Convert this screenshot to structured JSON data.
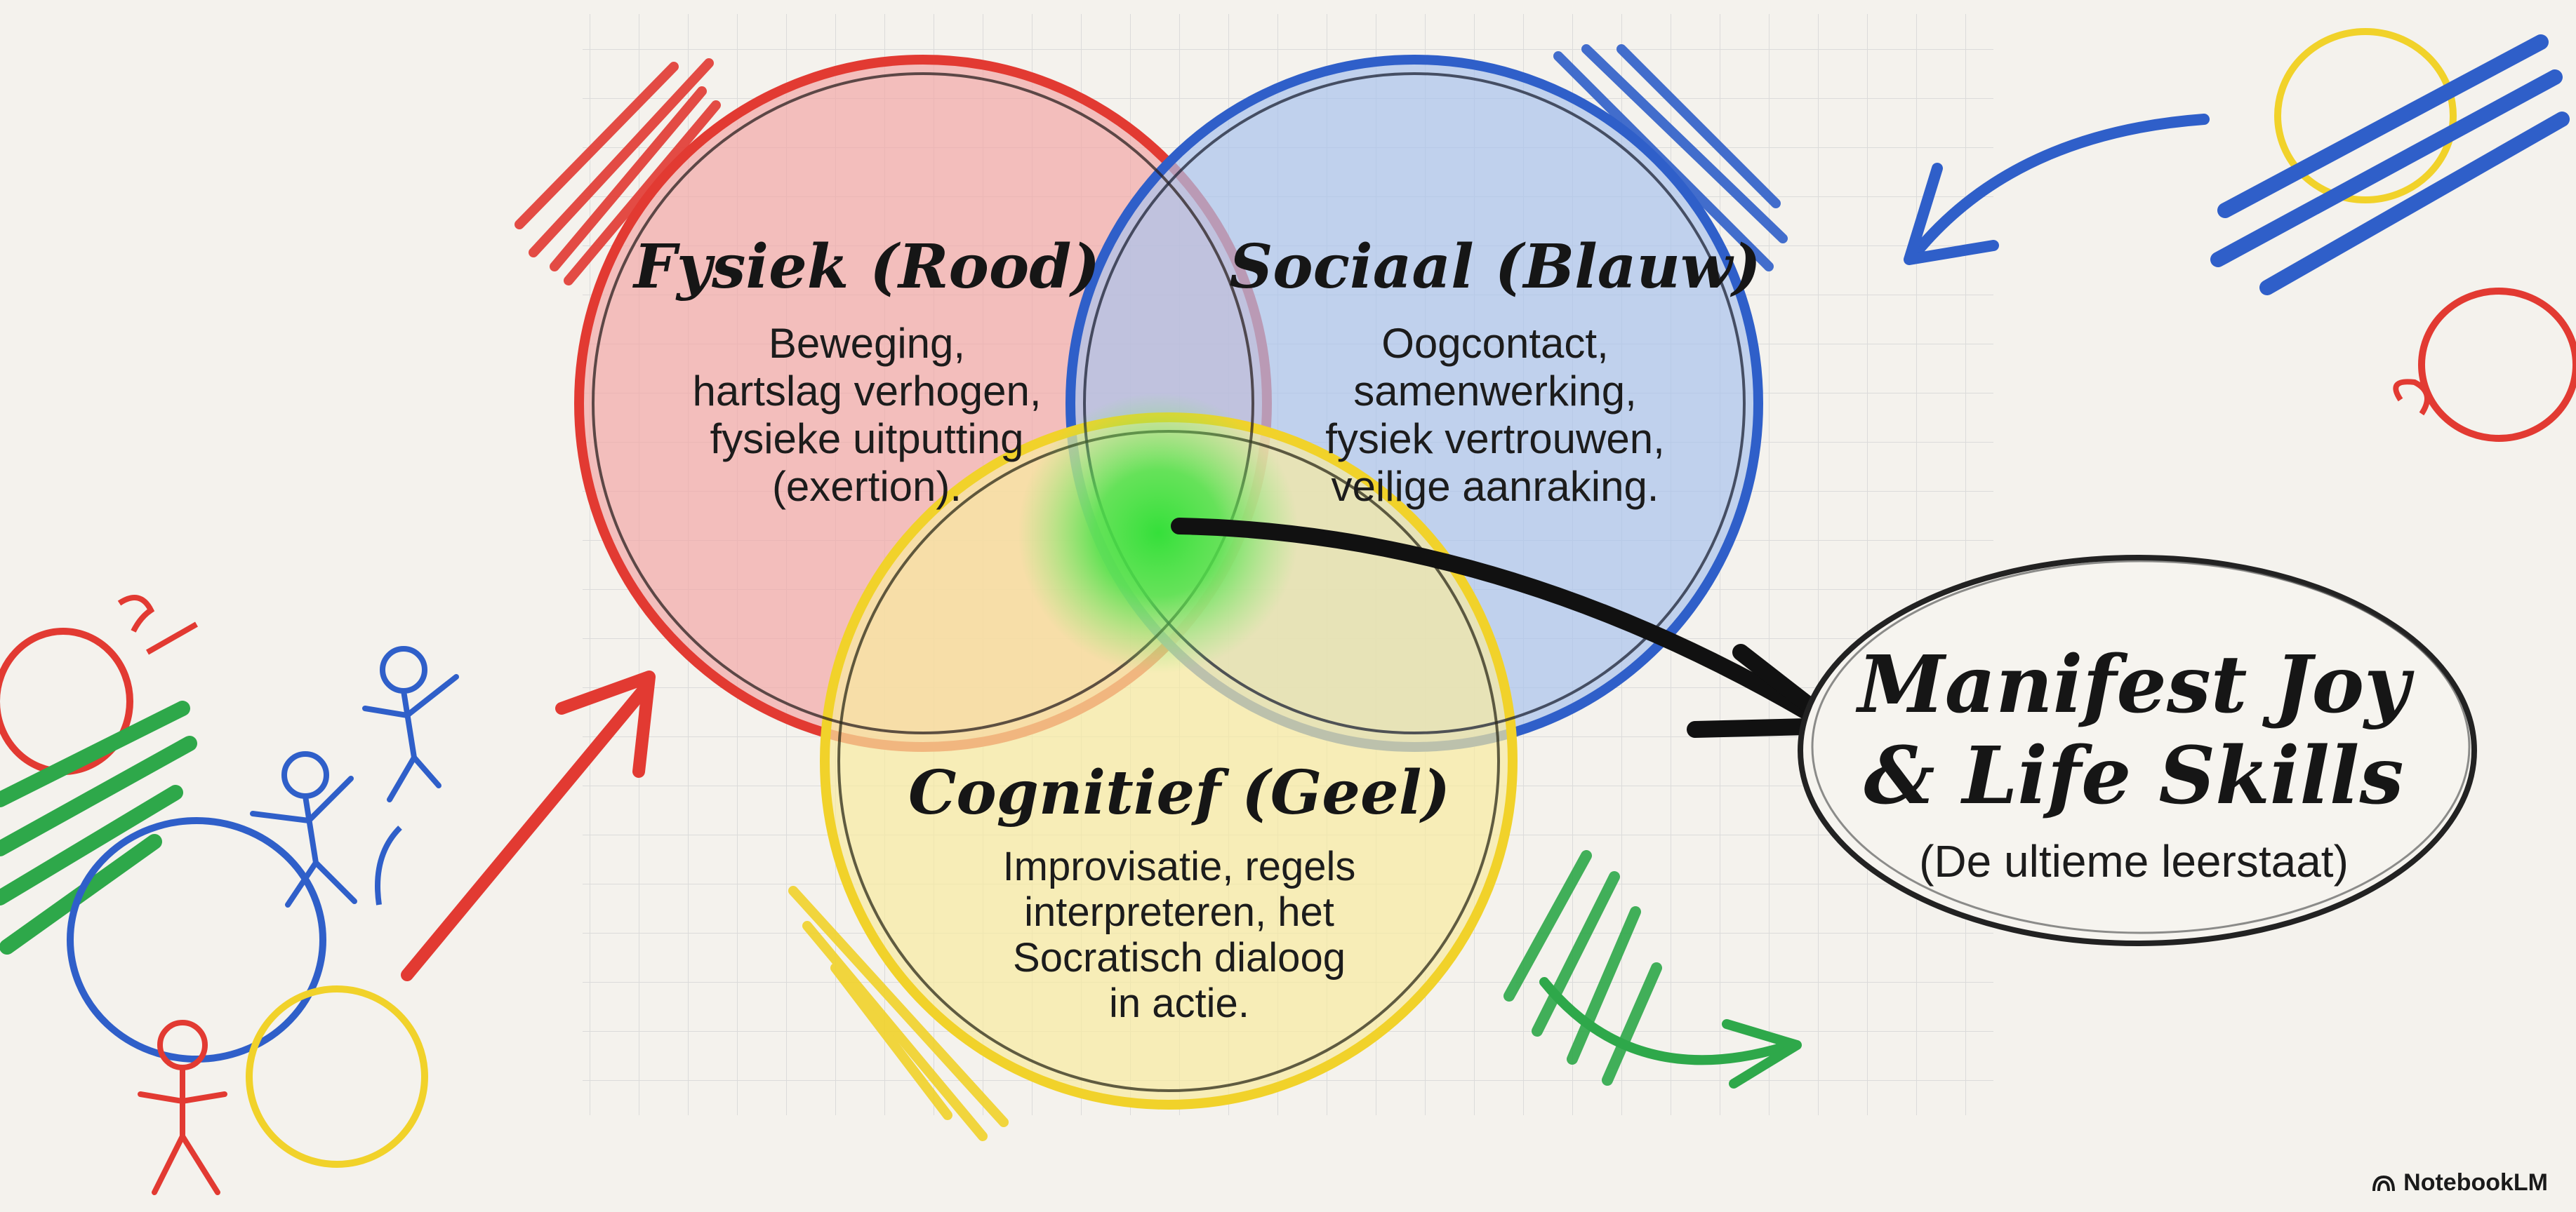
{
  "circles": {
    "fysiek": {
      "title": "Fysiek (Rood)",
      "lines": [
        "Beweging,",
        "hartslag verhogen,",
        "fysieke uitputting",
        "(exertion)."
      ],
      "color": "#e23a32",
      "fill": "#f2a8a6"
    },
    "sociaal": {
      "title": "Sociaal (Blauw)",
      "lines": [
        "Oogcontact,",
        "samenwerking,",
        "fysiek vertrouwen,",
        "veilige aanraking."
      ],
      "color": "#2f5fc9",
      "fill": "#a9c3ec"
    },
    "cognitief": {
      "title": "Cognitief (Geel)",
      "lines": [
        "Improvisatie, regels",
        "interpreteren, het",
        "Socratisch dialoog",
        "in actie."
      ],
      "color": "#f1d22a",
      "fill": "#f8eba0"
    }
  },
  "center_glow_color": "#35e03a",
  "outcome": {
    "line1": "Manifest Joy",
    "line2": "& Life Skills",
    "subtitle": "(De ultieme leerstaat)"
  },
  "brand": {
    "label": "NotebookLM"
  }
}
